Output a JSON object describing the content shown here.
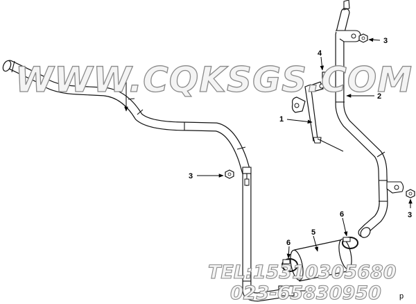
{
  "callouts": {
    "c1": "1",
    "c2": "2",
    "c3a": "3",
    "c3b": "3",
    "c3c": "3",
    "c4": "4",
    "c5": "5",
    "c6a": "6",
    "c6b": "6"
  },
  "watermark": {
    "url": "WWW.CQKSGS.COM",
    "tel": "TEL:15310305680",
    "phone": "023-65830950"
  },
  "figure_number": "p"
}
